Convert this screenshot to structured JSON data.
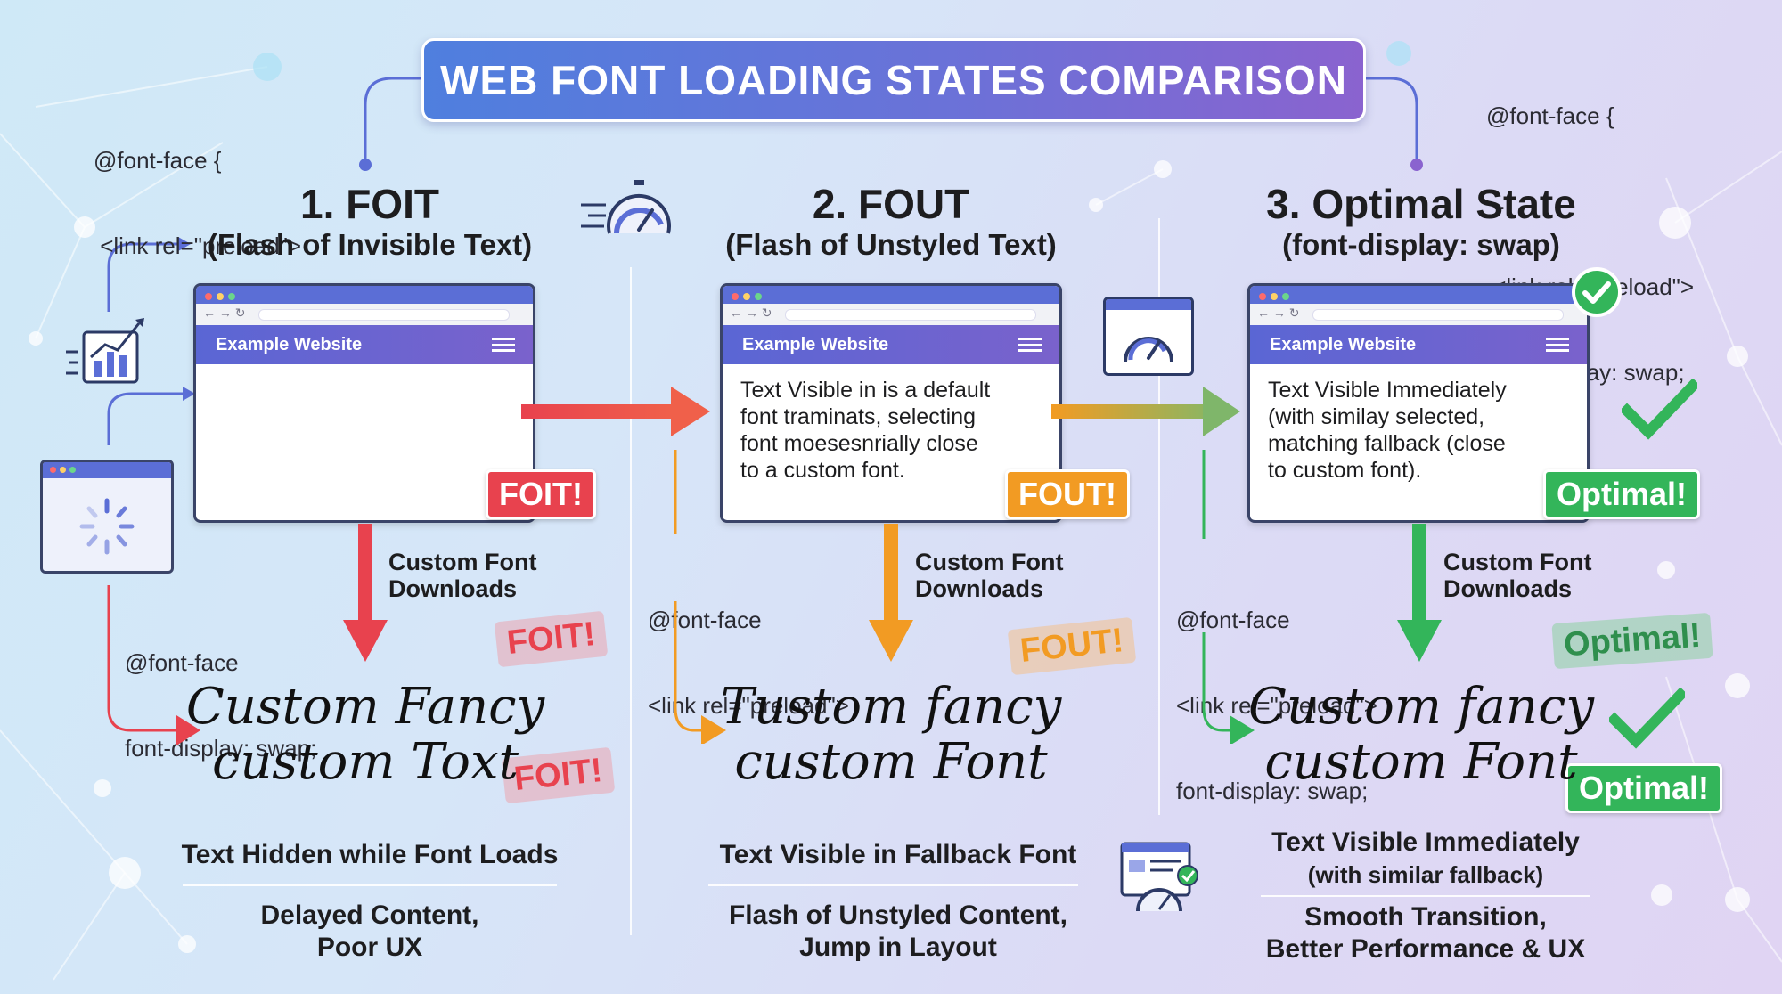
{
  "title": "WEB FONT LOADING STATES COMPARISON",
  "code_top_left": {
    "line1": "@font-face {",
    "line2": " <link rel=\"preload\">",
    "line3": " ..."
  },
  "code_top_right": {
    "line1": "@font-face {",
    "line2": " ...",
    "line3": " <link rel=\"preload\">",
    "line4": " font-display: swap;"
  },
  "colors": {
    "foit": "#e8424e",
    "fout": "#f29b23",
    "optimal": "#33b55a",
    "banner": "#6a72d8"
  },
  "sections": [
    {
      "title": "1. FOIT",
      "subtitle": "(Flash of Invisible Text)",
      "browser_title": "Example Website",
      "browser_text": "",
      "badge": "FOIT!",
      "download_label_1": "Custom Font",
      "download_label_2": "Downloads",
      "code_1": "@font-face",
      "code_2": "font-display: swap;",
      "stamp_1": "FOIT!",
      "stamp_2": "FOIT!",
      "fancy_1": "Custom Fancy",
      "fancy_2": "custom Toxt",
      "summary_1": "Text Hidden while Font Loads",
      "summary_2a": "Delayed Content,",
      "summary_2b": "Poor UX"
    },
    {
      "title": "2. FOUT",
      "subtitle": "(Flash of Unstyled Text)",
      "browser_title": "Example Website",
      "browser_text_1": "Text Visible in is a default",
      "browser_text_2": "font traminats, selecting",
      "browser_text_3": "font moesesnrially close",
      "browser_text_4": "to a custom font.",
      "badge": "FOUT!",
      "download_label_1": "Custom Font",
      "download_label_2": "Downloads",
      "code_1": "@font-face",
      "code_2": "<link rel=\"preload\">",
      "stamp_1": "FOUT!",
      "fancy_1": "Tustom fancy",
      "fancy_2": "custom Font",
      "summary_1": "Text Visible in Fallback Font",
      "summary_2a": "Flash of Unstyled Content,",
      "summary_2b": "Jump in Layout"
    },
    {
      "title": "3. Optimal State",
      "subtitle": "(font-display: swap)",
      "browser_title": "Example Website",
      "browser_text_1": "Text Visible Immediately",
      "browser_text_2": "(with similay selected,",
      "browser_text_3": "matching fallback (close",
      "browser_text_4": "to custom font).",
      "badge": "Optimal!",
      "download_label_1": "Custom Font",
      "download_label_2": "Downloads",
      "code_1": "@font-face",
      "code_2": "<link rel=\"preload\">",
      "code_3": "font-display: swap;",
      "stamp_1": "Optimal!",
      "stamp_2": "Optimal!",
      "fancy_1": "Custom fancy",
      "fancy_2": "custom Font",
      "summary_1a": "Text Visible Immediately",
      "summary_1b": "(with similar fallback)",
      "summary_2a": "Smooth Transition,",
      "summary_2b": "Better Performance & UX"
    }
  ]
}
